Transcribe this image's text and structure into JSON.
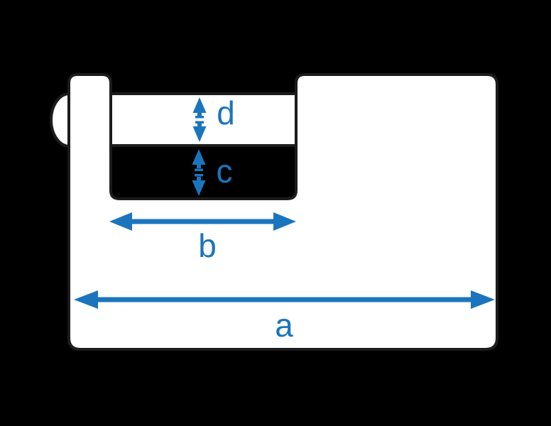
{
  "diagram": {
    "subject": "rectangular shutter padlock dimension diagram",
    "labels": {
      "a": "a",
      "b": "b",
      "c": "c",
      "d": "d"
    }
  },
  "colors": {
    "background": "#000000",
    "body_fill": "#ffffff",
    "outline": "#1c1c1c",
    "accent_blue": "#1b75bc"
  }
}
